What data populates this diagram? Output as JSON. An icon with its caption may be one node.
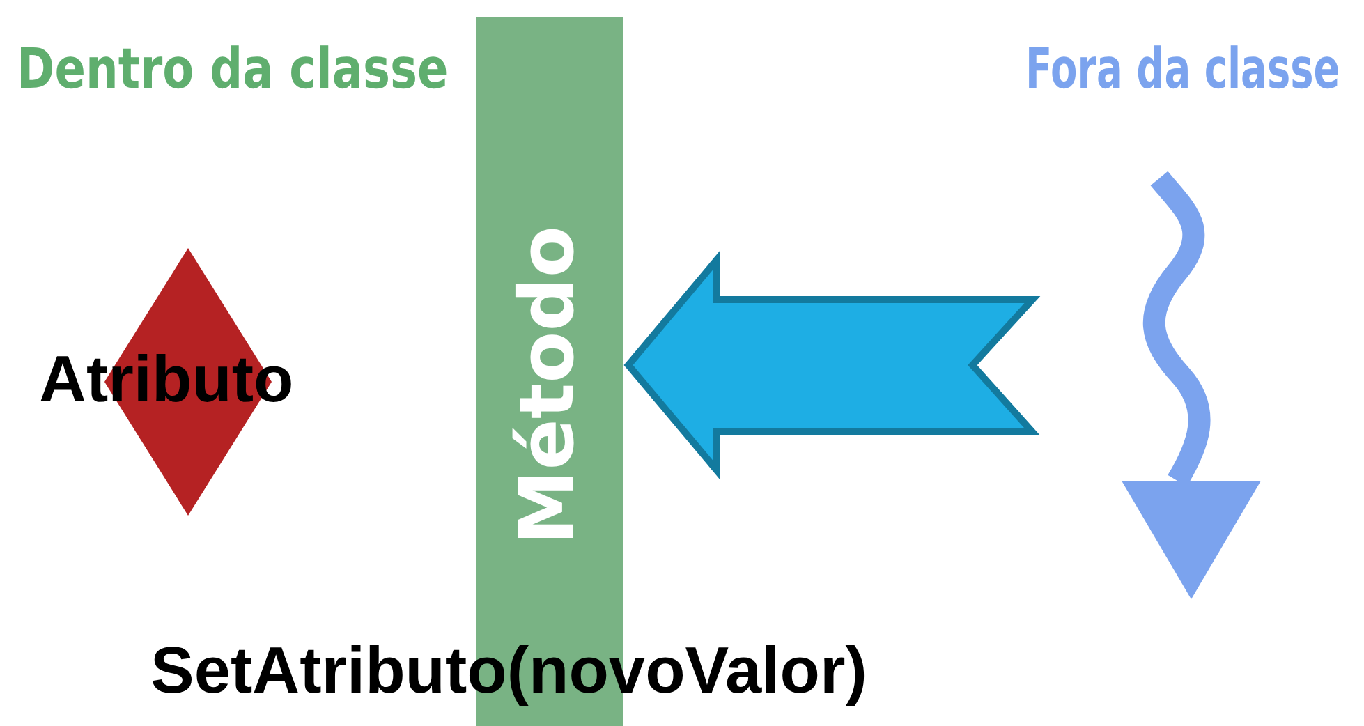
{
  "diagram": {
    "nodes": [
      {
        "text": [
          "Atributo"
        ]
      },
      {
        "text": [
          "Método"
        ]
      }
    ],
    "edges": [
      {
        "from": null,
        "to": 1,
        "arrow": "to"
      }
    ],
    "labels": [
      "Dentro da classe",
      "Fora da classe",
      "SetAtributo(novoValor)"
    ]
  }
}
